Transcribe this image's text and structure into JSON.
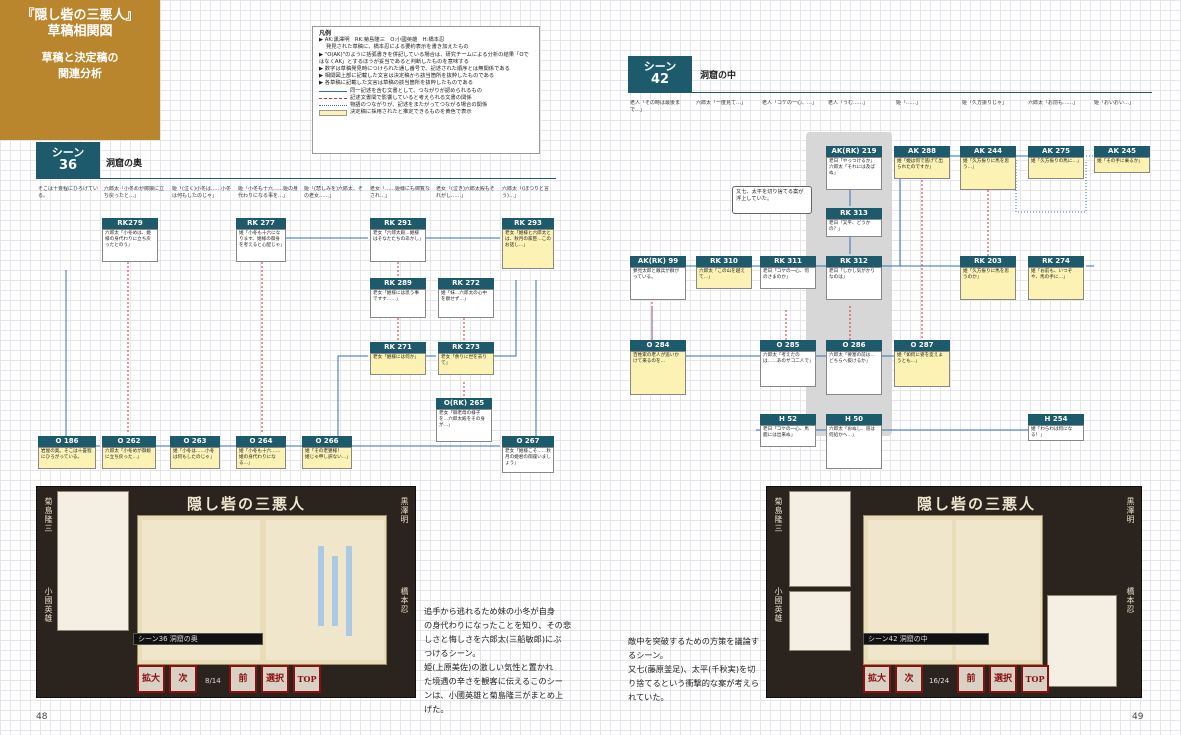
{
  "header": {
    "title1": "『隠し砦の三悪人』",
    "title2": "草稿相関図",
    "subtitle1": "草稿と決定稿の",
    "subtitle2": "関連分析"
  },
  "legend": {
    "title": "凡例",
    "items": [
      "▶ AK:黒澤明　RK:菊島隆三　O:小國英雄　H:橋本忍",
      "　 発見された草稿に、橋本忍による要約表示を書き加えたもの",
      "▶ \"O(AK)\"のように括弧書きを併記している場合は、研究チームによる分析の結果「OではなくAK」とするほうが妥当であると判断したものを意味する",
      "▶ 数字は草稿発見時につけられた通し番号で、記述された順序とは無関係である",
      "▶ 相関図上部に記載した文言は決定稿から該当箇所を抜粋したものである",
      "▶ 各草稿に記載した文言は草稿の該当箇所を抜粋したものである"
    ],
    "lines": [
      {
        "text": "同一記述を含む文書として、つながりが認められるもの",
        "color": "#2f6fb8"
      },
      {
        "text": "記述文書間で影響していると考えられる文書の関係",
        "color": "#d03030"
      },
      {
        "text": "物語のつながりが、記述をまたがってつながる場合の関係",
        "color": "#2f6fb8"
      },
      {
        "text": "決定稿に採用されたと推定できるものを黄色で表示",
        "color": "#fbf2b4"
      }
    ]
  },
  "scene36": {
    "label1": "シーン",
    "label2": "36",
    "name": "洞窟の奥"
  },
  "scene42": {
    "label1": "シーン",
    "label2": "42",
    "name": "洞窟の中"
  },
  "notes36": [
    "そこは十畳程にひろげている。",
    "六郎太「小冬めが御娘に立ち戻ったと…」",
    "姫「(泣く)小冬は……小冬は何もしたのじゃ」",
    "姫「小冬も十六……姫の身代わりになる事を…」",
    "姫「(悲しみを)六郎太、その老女……」",
    "老女「……姫様にも御覧なされ…」",
    "老女「(泣き)六郎太殿もそれがし……」",
    "六郎太「(ぽつりと言う)…」"
  ],
  "notes42": [
    "老人「その時は最後まで…」",
    "六郎太「一度見て…」",
    "老人「コケの一心、…」",
    "老人「うむ……」",
    "姫「……」",
    "姫「久方振りじゃ」",
    "六郎太「お前も……」",
    "姫「おいおい…」"
  ],
  "nodes36": [
    {
      "id": "RK279",
      "text": "六郎太「小冬めは、姫様の身代わりに立ち戻ったとのう」"
    },
    {
      "id": "RK 277",
      "text": "姫「小冬も十六になります、姫様の御身を考えると心配じゃ」"
    },
    {
      "id": "RK 291",
      "text": "老女「六郎太殿…姫様はそなたたちのあかし」"
    },
    {
      "id": "RK 293",
      "text": "老女「姫様と六郎太とは、秋月の家臣…このお話し…」"
    },
    {
      "id": "RK 289",
      "text": "老女「姫様には思う事ですす……」"
    },
    {
      "id": "RK 272",
      "text": "姫「妹…六郎太の心中を察せず…」"
    },
    {
      "id": "RK 271",
      "text": "老女「姫様には何か」"
    },
    {
      "id": "RK 273",
      "text": "老女「余りに世を去りて」"
    },
    {
      "id": "O(RK) 265",
      "text": "老女「御老母の様子を…六郎太殿をその身が…」"
    },
    {
      "id": "O 186",
      "text": "岩屋の奥。そこは十畳程にひろがっている。"
    },
    {
      "id": "O 262",
      "text": "六郎太「小冬めが御娘に立ち戻った…」"
    },
    {
      "id": "O 263",
      "text": "姫「小冬は……小冬は何もしたのじゃ」"
    },
    {
      "id": "O 264",
      "text": "姫「小冬も十六……姫の身代わりになる…」"
    },
    {
      "id": "O 266",
      "text": "姫「その老婆様！　姫じゃ申し訳ない…」"
    },
    {
      "id": "O 267",
      "text": "老女「姫様こそ……秋月の姫君の御座いましょう」"
    }
  ],
  "nodes42": [
    {
      "id": "AK(RK) 219",
      "text": "老日「やっつけるか」六郎太「それには及ばぬ」"
    },
    {
      "id": "AK 288",
      "text": "姫「姫は何で逃げて出られたのですか」"
    },
    {
      "id": "AK 244",
      "text": "姫「久方振りに馬を思う…」"
    },
    {
      "id": "AK 275",
      "text": "姫「久方振りの馬に…」"
    },
    {
      "id": "AK 245",
      "text": "姫「その手に乗るか」"
    },
    {
      "id": "RK 313",
      "text": "老日「又平、どうかの？」"
    },
    {
      "id": "AK(RK) 99",
      "text": "夢見太郎と敵兵が群がっている。"
    },
    {
      "id": "RK 310",
      "text": "六郎太「この山を越えて…」"
    },
    {
      "id": "RK 311",
      "text": "老日「コケの一心、何のさまのか」"
    },
    {
      "id": "RK 312",
      "text": "老日「しかし気がかりなのは」"
    },
    {
      "id": "RK 203",
      "text": "姫「久方振りに馬を思うのか」"
    },
    {
      "id": "RK 274",
      "text": "姫「お前も、いつぞや、馬の手に…」"
    },
    {
      "id": "O 284",
      "text": "百姓家の老人が追いかけて来るのを…"
    },
    {
      "id": "O 285",
      "text": "六郎太「考えたのは……あのザコ二人で」"
    },
    {
      "id": "O 286",
      "text": "六郎太「要塞の前は…どちらへ抜けるか」"
    },
    {
      "id": "O 287",
      "text": "姫「如何に姿を変えようとも…」"
    },
    {
      "id": "H 52",
      "text": "老日「コケの一心、馬鹿には出来ぬ」"
    },
    {
      "id": "H 50",
      "text": "六郎太「おぬし、道は何処かへ…」"
    },
    {
      "id": "H 254",
      "text": "姫「わらわは何になる！」"
    }
  ],
  "bubble": "又七、太平を切り捨てる案が浮上していた。",
  "panel36": {
    "title": "隠し砦の三悪人",
    "left_name": "菊島隆三",
    "left_name2": "小國英雄",
    "right_name": "黒澤明",
    "right_name2": "橋本忍",
    "caption": "シーン36 洞窟の奥",
    "btn_zoom": "拡大",
    "btn_next": "次",
    "btn_prev": "前",
    "btn_select": "選択",
    "btn_top": "TOP",
    "page": "8/14"
  },
  "panel42": {
    "title": "隠し砦の三悪人",
    "left_name": "菊島隆三",
    "left_name2": "小國英雄",
    "right_name": "黒澤明",
    "right_name2": "橋本忍",
    "caption": "シーン42 洞窟の中",
    "btn_zoom": "拡大",
    "btn_next": "次",
    "btn_prev": "前",
    "btn_select": "選択",
    "btn_top": "TOP",
    "page": "16/24"
  },
  "body36": [
    "追手から逃れるため妹の小冬が自身",
    "の身代わりになったことを知り、その悲",
    "しさと悔しさを六郎太(三船敏郎)にぶ",
    "つけるシーン。",
    "姫(上原美佐)の激しい気性と置かれ",
    "た境遇の辛さを観客に伝えるこのシー",
    "ンは、小國英雄と菊島隆三がまとめ上",
    "げた。"
  ],
  "body42": [
    "敵中を突破するための方策を議論す",
    "るシーン。",
    "又七(藤原釜足)、太平(千秋実)を切",
    "り捨てるという衝撃的な案が考えら",
    "れていた。"
  ],
  "page_left": "48",
  "page_right": "49"
}
